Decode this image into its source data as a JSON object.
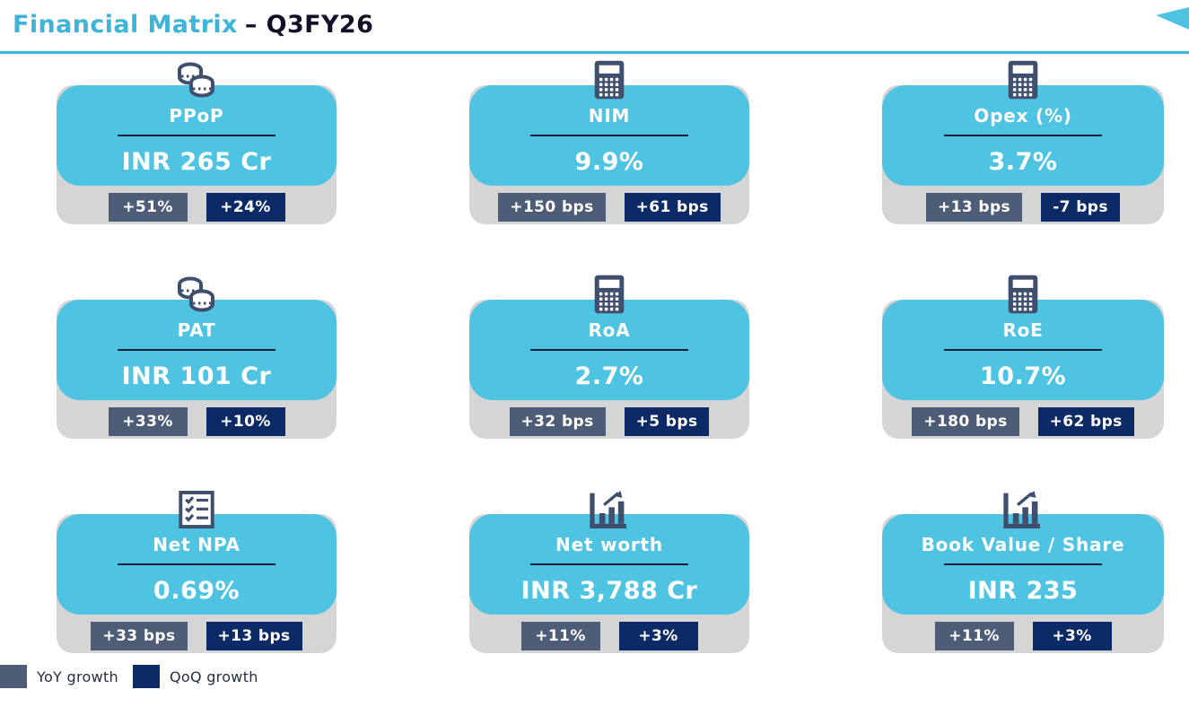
{
  "header": {
    "title_primary": "Financial Matrix",
    "title_secondary": "– Q3FY26"
  },
  "colors": {
    "accent_cyan": "#3fb4da",
    "card_cyan": "#4fc4e2",
    "footer_gray": "#d5d5d5",
    "yoy_growth": "#4d5c77",
    "qoq_growth": "#0c2a66",
    "icon_navy": "#3f4f6d",
    "divider_navy": "#132038",
    "title_dark": "#111128"
  },
  "cards": [
    {
      "icon": "coins-icon",
      "label": "PPoP",
      "value": "INR 265 Cr",
      "yoy": "+51%",
      "qoq": "+24%"
    },
    {
      "icon": "calculator-icon",
      "label": "NIM",
      "value": "9.9%",
      "yoy": "+150 bps",
      "qoq": "+61 bps"
    },
    {
      "icon": "calculator-icon",
      "label": "Opex (%)",
      "value": "3.7%",
      "yoy": "+13 bps",
      "qoq": "-7 bps"
    },
    {
      "icon": "coins-icon",
      "label": "PAT",
      "value": "INR 101 Cr",
      "yoy": "+33%",
      "qoq": "+10%"
    },
    {
      "icon": "calculator-icon",
      "label": "RoA",
      "value": "2.7%",
      "yoy": "+32 bps",
      "qoq": "+5 bps"
    },
    {
      "icon": "calculator-icon",
      "label": "RoE",
      "value": "10.7%",
      "yoy": "+180 bps",
      "qoq": "+62 bps"
    },
    {
      "icon": "checklist-icon",
      "label": "Net NPA",
      "value": "0.69%",
      "yoy": "+33 bps",
      "qoq": "+13 bps"
    },
    {
      "icon": "growth-chart-icon",
      "label": "Net worth",
      "value": "INR 3,788 Cr",
      "yoy": "+11%",
      "qoq": "+3%"
    },
    {
      "icon": "growth-chart-icon",
      "label": "Book Value / Share",
      "value": "INR 235",
      "yoy": "+11%",
      "qoq": "+3%"
    }
  ],
  "legend": {
    "yoy_label": "YoY growth",
    "qoq_label": "QoQ growth"
  }
}
